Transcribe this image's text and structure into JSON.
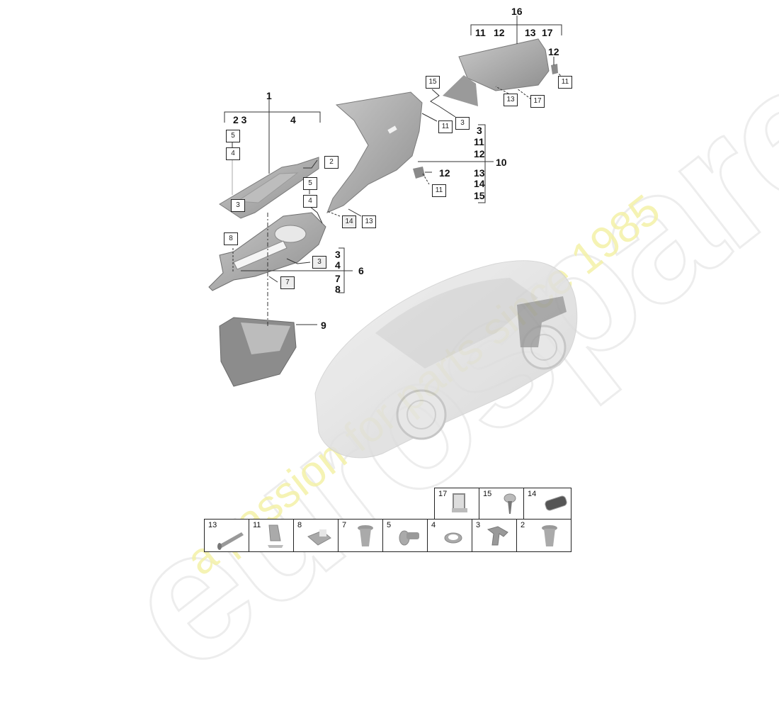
{
  "watermark": {
    "logo_text": "eurospares",
    "tagline": "a passion for parts since 1985",
    "logo_color": "#ececec",
    "tagline_color": "#f4f1a8"
  },
  "assemblies": [
    {
      "id": "1",
      "label": "1",
      "sub_labels": [
        "2",
        "3",
        "4"
      ]
    },
    {
      "id": "6",
      "label": "6",
      "sub_labels": [
        "3",
        "4",
        "7",
        "8"
      ]
    },
    {
      "id": "9",
      "label": "9"
    },
    {
      "id": "10",
      "label": "10",
      "sub_labels": [
        "3",
        "11",
        "12",
        "13",
        "14",
        "15"
      ]
    },
    {
      "id": "16",
      "label": "16",
      "sub_labels": [
        "11",
        "12",
        "13",
        "17"
      ]
    }
  ],
  "labels": {
    "a1": "1",
    "a1_s23": "2  3",
    "a1_s4": "4",
    "a6": "6",
    "a6_s3": "3",
    "a6_s4": "4",
    "a6_s7": "7",
    "a6_s8": "8",
    "a9": "9",
    "a10": "10",
    "a10_s3": "3",
    "a10_s11": "11",
    "a10_s12": "12",
    "a10_s13": "13",
    "a10_s14": "14",
    "a10_s15": "15",
    "a10_free12": "12",
    "a16": "16",
    "a16_s11": "11",
    "a16_s12": "12",
    "a16_s13": "13",
    "a16_s17": "17",
    "a16_free12": "12"
  },
  "callouts": {
    "c5a": "5",
    "c4a": "4",
    "c2": "2",
    "c3a": "3",
    "c5b": "5",
    "c4b": "4",
    "c8": "8",
    "c3b": "3",
    "c7": "7",
    "c14": "14",
    "c13a": "13",
    "c15": "15",
    "c11a": "11",
    "c3c": "3",
    "c11b": "11",
    "c13b": "13",
    "c17": "17",
    "c11c": "11"
  },
  "fastener_table": {
    "top_row": [
      {
        "num": "17",
        "name": "clip-bracket"
      },
      {
        "num": "15",
        "name": "expanding-rivet"
      },
      {
        "num": "14",
        "name": "foam-pad"
      }
    ],
    "bottom_row": [
      {
        "num": "13",
        "name": "pin"
      },
      {
        "num": "11",
        "name": "spring-clip"
      },
      {
        "num": "8",
        "name": "speed-nut"
      },
      {
        "num": "7",
        "name": "grommet-nut"
      },
      {
        "num": "5",
        "name": "screw"
      },
      {
        "num": "4",
        "name": "washer"
      },
      {
        "num": "3",
        "name": "clip"
      },
      {
        "num": "2",
        "name": "grommet-nut"
      }
    ]
  }
}
